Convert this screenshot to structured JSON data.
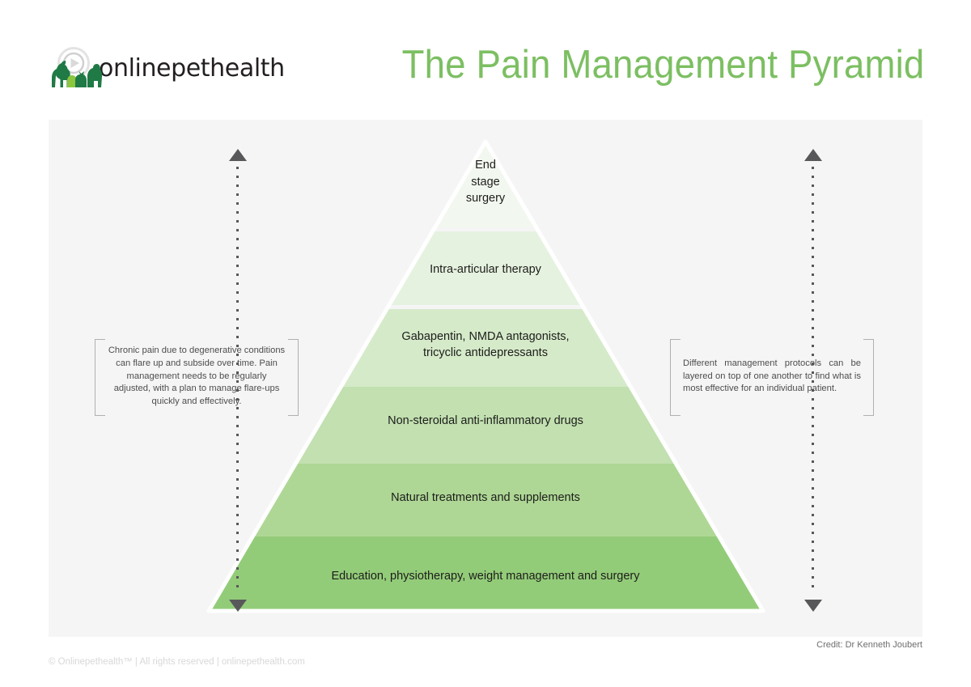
{
  "header": {
    "logo_wordmark": "onlinepethealth",
    "logo_icon": "play-button-with-animals-logo",
    "title": "The Pain Management Pyramid",
    "title_color": "#7cbf62"
  },
  "panel": {
    "background_color": "#f5f5f5"
  },
  "chart_data": {
    "type": "pyramid",
    "title": "The Pain Management Pyramid",
    "orientation": "apex-top",
    "level_order": "top-to-bottom",
    "levels": [
      {
        "rank": 1,
        "label": "End\nstage\nsurgery",
        "label_flat": "End stage surgery",
        "color": "#f2f8ef"
      },
      {
        "rank": 2,
        "label": "Intra-articular therapy",
        "label_flat": "Intra-articular therapy",
        "color": "#e6f2e0"
      },
      {
        "rank": 3,
        "label": "Gabapentin, NMDA antagonists,\ntricyclic antidepressants",
        "label_flat": "Gabapentin, NMDA antagonists, tricyclic antidepressants",
        "color": "#d5eac9"
      },
      {
        "rank": 4,
        "label": "Non-steroidal anti-inflammatory drugs",
        "label_flat": "Non-steroidal anti-inflammatory drugs",
        "color": "#c2e0b0"
      },
      {
        "rank": 5,
        "label": "Natural treatments and supplements",
        "label_flat": "Natural treatments and supplements",
        "color": "#aed795"
      },
      {
        "rank": 6,
        "label": "Education, physiotherapy, weight management and surgery",
        "label_flat": "Education, physiotherapy, weight management and surgery",
        "color": "#93cc79"
      }
    ]
  },
  "annotations": {
    "left": {
      "text": "Chronic pain due to degenerative conditions can flare up and subside over time. Pain management needs to be regularly adjusted, with a plan to manage flare-ups quickly and effectively."
    },
    "right": {
      "text": "Different management protocols can be layered on top of one another to find what is most effective for an individual patient."
    }
  },
  "axes": {
    "left_arrow": "double-ended-dotted-vertical-arrow",
    "right_arrow": "double-ended-dotted-vertical-arrow",
    "arrow_color": "#58585a"
  },
  "credit": "Credit: Dr Kenneth Joubert",
  "footer": "© Onlinepethealth™ | All rights reserved | onlinepethealth.com"
}
